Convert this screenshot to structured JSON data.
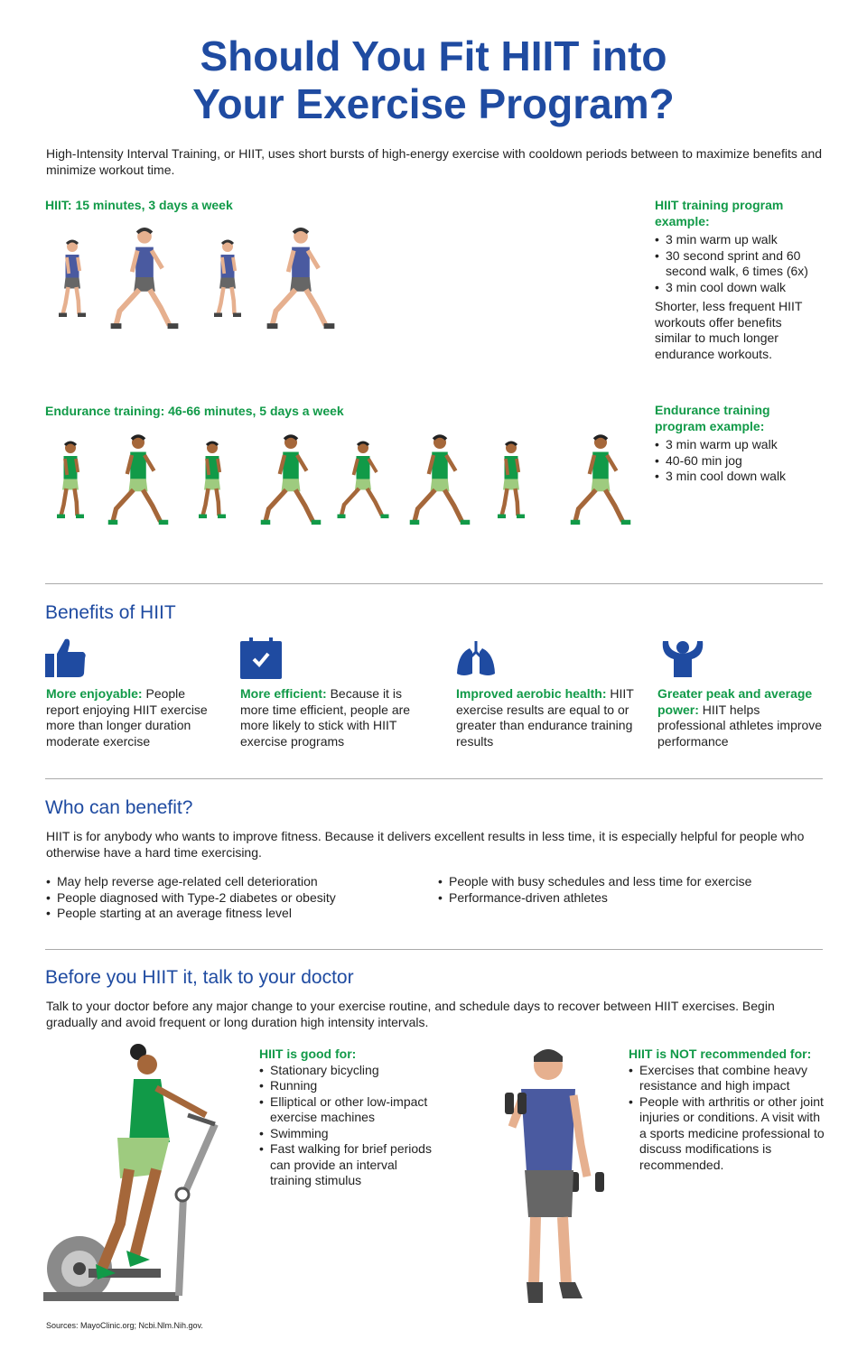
{
  "title_line1": "Should You Fit HIIT into",
  "title_line2": "Your Exercise Program?",
  "intro": "High-Intensity Interval Training, or HIIT, uses short bursts of high-energy exercise with cooldown periods between to maximize benefits and minimize workout time.",
  "hiit": {
    "heading": "HIIT: 15 minutes, 3 days a week",
    "example_heading": "HIIT training program example:",
    "items": [
      "3 min warm up walk",
      "30 second sprint and 60 second walk, 6 times (6x)",
      "3 min cool down walk"
    ],
    "note": "Shorter, less frequent HIIT workouts offer benefits similar to much longer endurance workouts."
  },
  "endurance": {
    "heading": "Endurance training: 46-66 minutes, 5 days a week",
    "example_heading": "Endurance training program example:",
    "items": [
      "3 min warm up walk",
      "40-60 min jog",
      "3 min cool down walk"
    ]
  },
  "benefits": {
    "heading": "Benefits of HIIT",
    "items": [
      {
        "title": "More enjoyable:",
        "text": " People report enjoying HIIT exercise more than longer duration moderate exercise"
      },
      {
        "title": "More efficient:",
        "text": " Because it is more time efficient, people are more likely to stick with HIIT exercise programs"
      },
      {
        "title": "Improved aerobic health:",
        "text": " HIIT exercise results are equal to or greater than endurance training results"
      },
      {
        "title": "Greater peak and average power:",
        "text": " HIIT helps professional athletes improve performance"
      }
    ]
  },
  "who": {
    "heading": "Who can benefit?",
    "text": "HIIT is for anybody who wants to improve fitness. Because it delivers excellent results in less time, it is especially helpful for people who otherwise have a hard time exercising.",
    "left": [
      "May help reverse age-related cell deterioration",
      "People diagnosed with Type-2 diabetes or obesity",
      "People starting at an average fitness level"
    ],
    "right": [
      "People with busy schedules and less time for exercise",
      "Performance-driven athletes"
    ]
  },
  "doctor": {
    "heading": "Before you HIIT it, talk to your doctor",
    "text": "Talk to your doctor before any major change to your exercise routine, and schedule days to recover between HIIT exercises. Begin gradually and avoid frequent or long duration high intensity intervals.",
    "good_heading": "HIIT is good for:",
    "good": [
      "Stationary bicycling",
      "Running",
      "Elliptical or other low-impact exercise machines",
      "Swimming",
      "Fast walking for brief periods can provide an interval training stimulus"
    ],
    "not_heading": "HIIT is NOT recommended for:",
    "not": [
      "Exercises that combine heavy resistance and high impact",
      "People with arthritis or other joint injuries or conditions. A visit with a sports medicine professional to discuss modifications is recommended."
    ]
  },
  "sources": "Sources: MayoClinic.org; Ncbi.Nlm.Nih.gov.",
  "colors": {
    "blue": "#1f4ba1",
    "green": "#119a48"
  }
}
